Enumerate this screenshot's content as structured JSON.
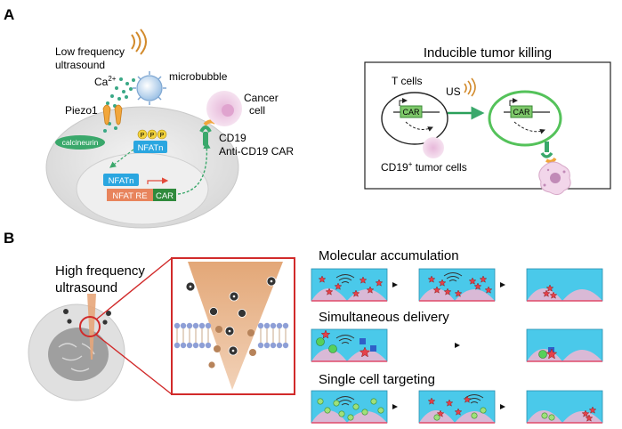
{
  "panel_a": {
    "label": "A",
    "low_freq_label_1": "Low frequency",
    "low_freq_label_2": "ultrasound",
    "microbubble": "microbubble",
    "ca": "Ca",
    "ca_sup": "2+",
    "piezo1": "Piezo1",
    "cancer_cell_1": "Cancer",
    "cancer_cell_2": "cell",
    "calcineurin": "calcineurin",
    "p": "P",
    "nfatn_1": "NFATn",
    "nfatn_2": "NFATn",
    "nfat_re": "NFAT RE",
    "car": "CAR",
    "cd19": "CD19",
    "anti_cd19": "Anti-CD19 CAR",
    "box_title": "Inducible tumor killing",
    "t_cells": "T cells",
    "us": "US",
    "car_left": "CAR",
    "car_right": "CAR",
    "cd19_tumor": "CD19",
    "cd19_tumor_sup": "+",
    "cd19_tumor_rest": " tumor cells"
  },
  "panel_b": {
    "label": "B",
    "high_freq_1": "High frequency",
    "high_freq_2": "ultrasound",
    "row1_title": "Molecular accumulation",
    "row2_title": "Simultaneous delivery",
    "row3_title": "Single cell targeting"
  },
  "colors": {
    "bubble_teal": "#3aa886",
    "car_green": "#59b846",
    "nfat_blue": "#2aa6e0",
    "nfat_orange": "#e8845c",
    "cell_gray": "#e3e3e3",
    "cancer_pink": "#f0cfe6",
    "well_cyan": "#4ac9ea",
    "cone_tan": "#e8b48a",
    "zoom_red": "#d12a2a"
  }
}
